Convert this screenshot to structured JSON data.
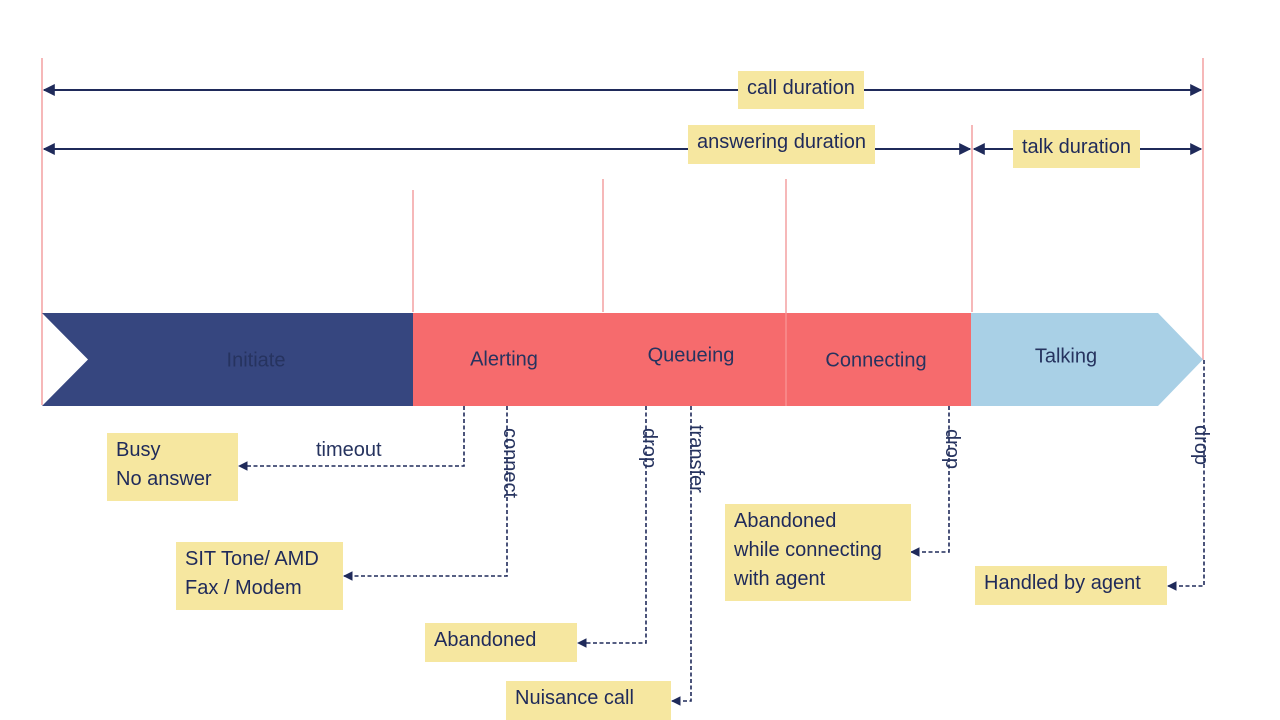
{
  "durations": {
    "call": "call duration",
    "answering": "answering duration",
    "talk": "talk duration"
  },
  "stages": [
    {
      "name": "Initiate",
      "color": "#36467f"
    },
    {
      "name": "Alerting",
      "color": "#f66b6d"
    },
    {
      "name": "Queueing",
      "color": "#f66b6d"
    },
    {
      "name": "Connecting",
      "color": "#f66b6d"
    },
    {
      "name": "Talking",
      "color": "#a9d0e6"
    }
  ],
  "transitions": {
    "timeout": "timeout",
    "connect": "connect",
    "drop_queue": "drop",
    "transfer": "transfer",
    "drop_connecting": "drop",
    "drop_talking": "drop"
  },
  "outcomes": {
    "busy": [
      "Busy",
      "No answer"
    ],
    "sit": [
      "SIT Tone/ AMD",
      "Fax / Modem"
    ],
    "abandoned": "Abandoned",
    "nuisance": "Nuisance call",
    "abandoned_connecting": [
      "Abandoned",
      "while connecting",
      "with agent"
    ],
    "handled": "Handled by agent"
  },
  "colors": {
    "navy": "#1f2a5a",
    "marker": "#f0888a",
    "label_bg": "#f6e7a0"
  }
}
